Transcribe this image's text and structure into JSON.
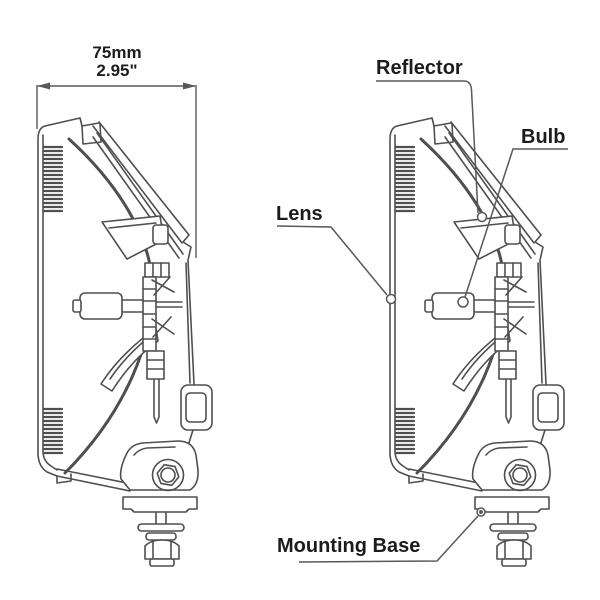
{
  "diagram": {
    "type": "technical-line-drawing",
    "subject": "auxiliary driving lamp, side profile shown twice",
    "background": "#ffffff",
    "line_color": "#4f4f4f",
    "leader_color": "#585858",
    "text_color": "#1c1c1c"
  },
  "dimension": {
    "metric": "75mm",
    "imperial": "2.95\""
  },
  "labels": {
    "reflector": "Reflector",
    "bulb": "Bulb",
    "lens": "Lens",
    "mounting_base": "Mounting Base"
  }
}
